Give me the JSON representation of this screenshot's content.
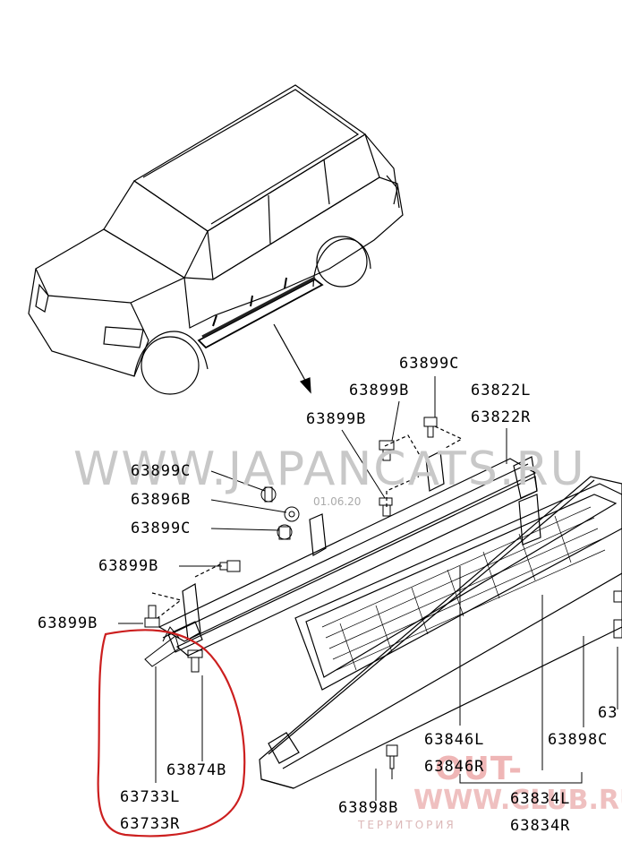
{
  "watermark": {
    "text": "WWW.JAPANCATS.RU",
    "date": "01.06.20",
    "logo_line1": "OUT-",
    "logo_line2": "WWW.CLUB.RU",
    "logo_line3": "ТЕРРИТОРИЯ"
  },
  "parts": {
    "p63899c_top": "63899C",
    "p63899b_top": "63899B",
    "p63822l": "63822L",
    "p63822r": "63822R",
    "p63899b_mid": "63899B",
    "p63899c_left1": "63899C",
    "p63896b": "63896B",
    "p63899c_left2": "63899C",
    "p63899b_left": "63899B",
    "p63899b_low": "63899B",
    "p63846l": "63846L",
    "p63846r": "63846R",
    "p63874b": "63874B",
    "p63733l": "63733L",
    "p63733r": "63733R",
    "p63898b": "63898B",
    "p63898c": "63898C",
    "p63834l": "63834L",
    "p63834r": "63834R",
    "p63_cut": "63"
  },
  "colors": {
    "line": "#000000",
    "highlight": "#cc1f1f",
    "watermark": "#c8c8c8"
  }
}
